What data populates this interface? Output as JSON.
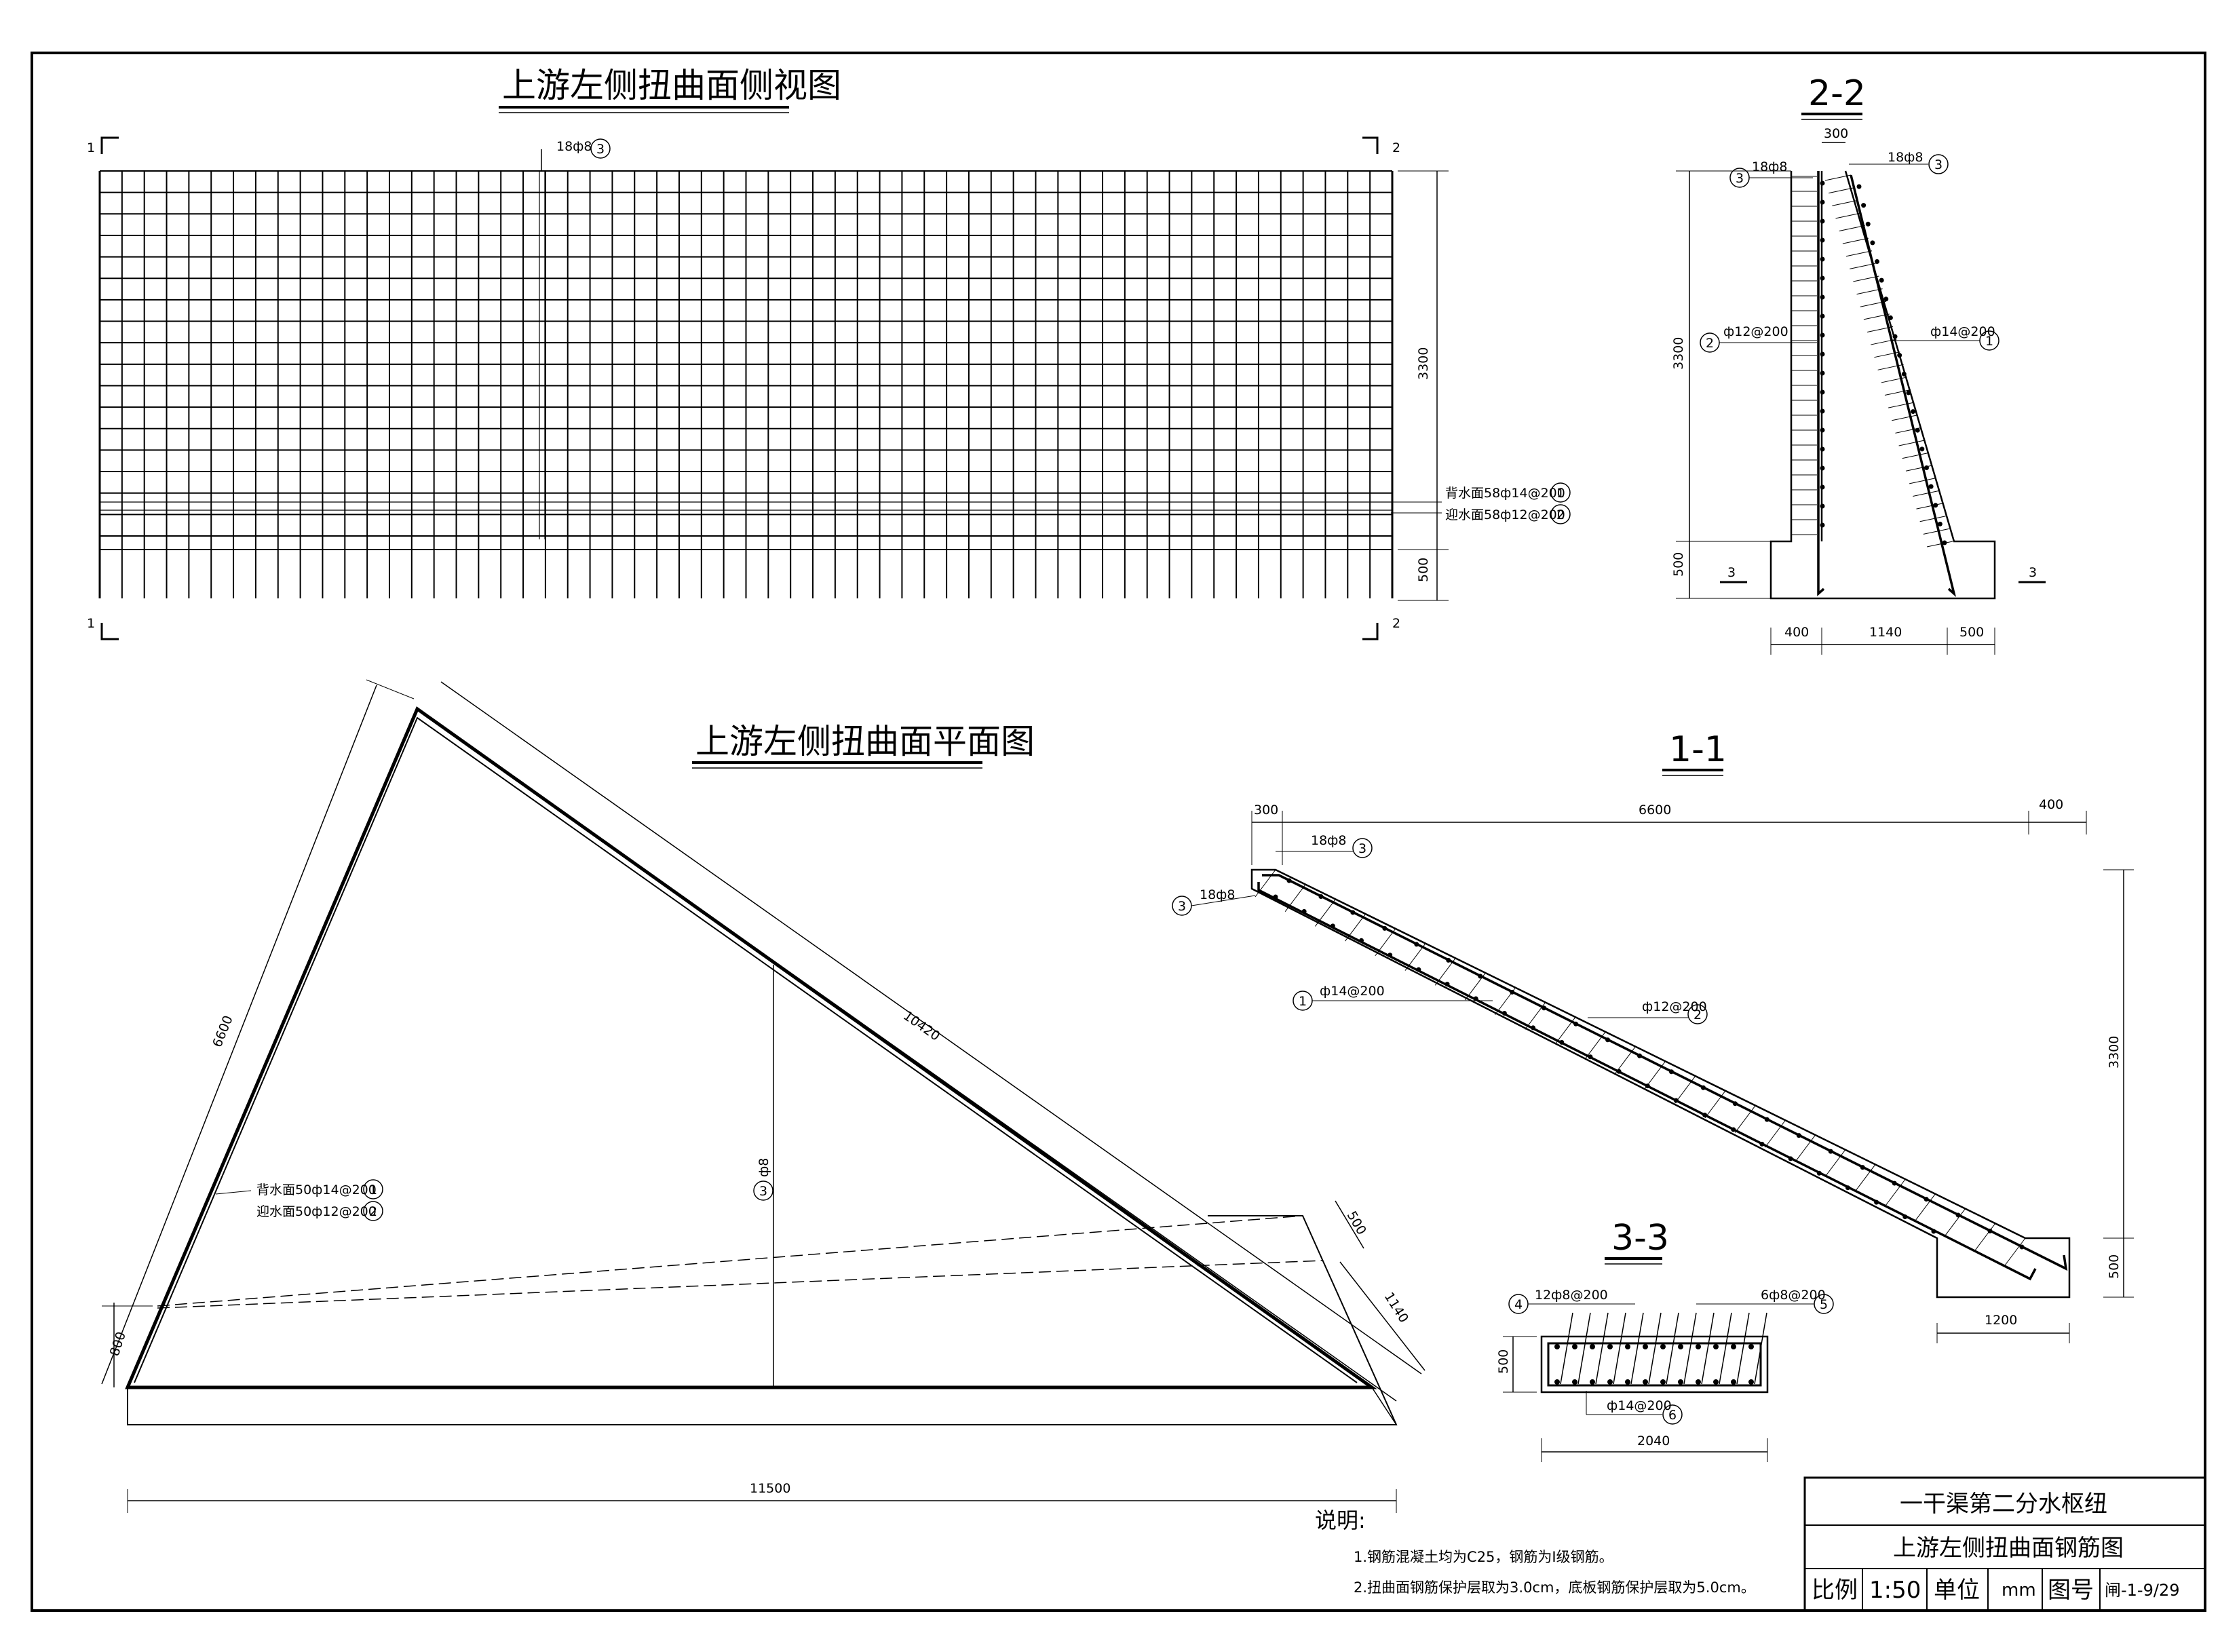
{
  "views": {
    "side_title": "上游左侧扭曲面侧视图",
    "plan_title": "上游左侧扭曲面平面图",
    "sec22_title": "2-2",
    "sec11_title": "1-1",
    "sec33_title": "3-3"
  },
  "side_view": {
    "cut_1": "1",
    "cut_2": "2",
    "top_bar": "18ф8",
    "height": "3300",
    "base": "500",
    "bar1": "背水面58ф14@200",
    "bar2": "迎水面58ф12@200"
  },
  "sec22": {
    "top_width": "300",
    "bar3_left": "18ф8",
    "bar3_right": "18ф8",
    "bar2": "ф12@200",
    "bar1": "ф14@200",
    "height": "3300",
    "base": "500",
    "cut3": "3",
    "w_left": "400",
    "w_mid": "1140",
    "w_right": "500"
  },
  "sec11": {
    "d_left": "300",
    "d_mid": "6600",
    "d_right": "400",
    "bar3_a": "18ф8",
    "bar3_b": "18ф8",
    "bar1": "ф14@200",
    "bar2": "ф12@200",
    "height": "3300",
    "base": "500",
    "base_w": "1200"
  },
  "sec33": {
    "bar4": "12ф8@200",
    "bar5": "6ф8@200",
    "bar6": "ф14@200",
    "h": "500",
    "w": "2040"
  },
  "plan": {
    "side": "6600",
    "hyp": "10420",
    "mid_bar": "ф8",
    "bar1": "背水面50ф14@200",
    "bar2": "迎水面50ф12@200",
    "d500": "500",
    "d1140": "1140",
    "d800": "800",
    "total": "11500"
  },
  "markers": [
    "1",
    "2",
    "3",
    "4",
    "5",
    "6"
  ],
  "notes": {
    "heading": "说明:",
    "n1": "1.钢筋混凝土均为C25，钢筋为Ⅰ级钢筋。",
    "n2": "2.扭曲面钢筋保护层取为3.0cm，底板钢筋保护层取为5.0cm。"
  },
  "title_block": {
    "project": "一干渠第二分水枢纽",
    "drawing": "上游左侧扭曲面钢筋图",
    "scale_label": "比例",
    "scale": "1:50",
    "unit_label": "单位",
    "unit": "mm",
    "no_label": "图号",
    "no": "闸-1-9/29"
  }
}
